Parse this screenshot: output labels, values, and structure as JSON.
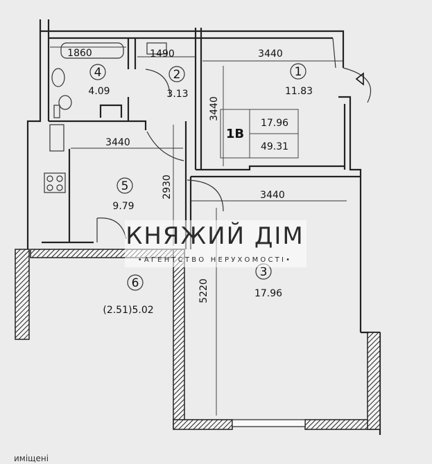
{
  "apartment": {
    "code": "1В",
    "living_area": "17.96",
    "total_area": "49.31"
  },
  "rooms": [
    {
      "number": "1",
      "area": "11.83"
    },
    {
      "number": "2",
      "area": "3.13"
    },
    {
      "number": "3",
      "area": "17.96"
    },
    {
      "number": "4",
      "area": "4.09"
    },
    {
      "number": "5",
      "area": "9.79"
    },
    {
      "number": "6",
      "area": "(2.51)5.02"
    }
  ],
  "dimensions": {
    "bath_width": "1860",
    "hall_width": "1490",
    "corridor_width": "3440",
    "corridor_depth": "3440",
    "kitchen_width": "3440",
    "kitchen_depth": "2930",
    "room_width": "3440",
    "room_depth": "5220"
  },
  "watermark": {
    "title": "КНЯЖИЙ ДІМ",
    "subtitle": "•АГЕНТСТВО НЕРУХОМОСТІ•"
  },
  "footer_text": "иміщені"
}
